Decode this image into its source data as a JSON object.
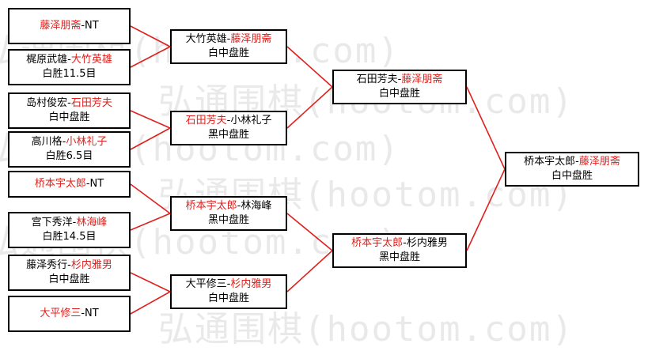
{
  "colors": {
    "line": "#e0201c",
    "highlight": "#e0201c",
    "watermark": "#e9e9e9"
  },
  "watermark": {
    "text": "弘通围棋(hootom.com)",
    "rows": [
      "弘通围棋(hootom.com)",
      "弘通围棋(hootom.com)",
      "弘通围棋(hootom.com)",
      "弘通围棋(hootom.com)",
      "弘通围棋(hootom.com)",
      "弘通围棋(hootom.com)"
    ]
  },
  "round1": [
    {
      "a": "",
      "b": "藤泽朋斋",
      "rest": "-NT",
      "result": ""
    },
    {
      "a": "梶原武雄-",
      "b": "大竹英雄",
      "rest": "",
      "result": "白胜11.5目"
    },
    {
      "a": "岛村俊宏-",
      "b": "石田芳夫",
      "rest": "",
      "result": "白中盘胜"
    },
    {
      "a": "高川格-",
      "b": "小林礼子",
      "rest": "",
      "result": "白胜6.5目"
    },
    {
      "a": "",
      "b": "桥本宇太郎",
      "rest": "-NT",
      "result": ""
    },
    {
      "a": "宫下秀洋-",
      "b": "林海峰",
      "rest": "",
      "result": "白胜14.5目"
    },
    {
      "a": "藤泽秀行-",
      "b": "杉内雅男",
      "rest": "",
      "result": "白中盘胜"
    },
    {
      "a": "",
      "b": "大平修三",
      "rest": "-NT",
      "result": ""
    }
  ],
  "round2": [
    {
      "a": "大竹英雄-",
      "b": "藤泽朋斋",
      "rest": "",
      "result": "白中盘胜"
    },
    {
      "a": "",
      "b": "石田芳夫",
      "rest": "-小林礼子",
      "result": "黑中盘胜"
    },
    {
      "a": "",
      "b": "桥本宇太郎",
      "rest": "-林海峰",
      "result": "黑中盘胜"
    },
    {
      "a": "大平修三-",
      "b": "杉内雅男",
      "rest": "",
      "result": "白中盘胜"
    }
  ],
  "round3": [
    {
      "a": "石田芳夫-",
      "b": "藤泽朋斋",
      "rest": "",
      "result": "白中盘胜"
    },
    {
      "a": "",
      "b": "桥本宇太郎",
      "rest": "-杉内雅男",
      "result": "黑中盘胜"
    }
  ],
  "final": [
    {
      "a": "桥本宇太郎-",
      "b": "藤泽朋斋",
      "rest": "",
      "result": "白中盘胜"
    }
  ]
}
